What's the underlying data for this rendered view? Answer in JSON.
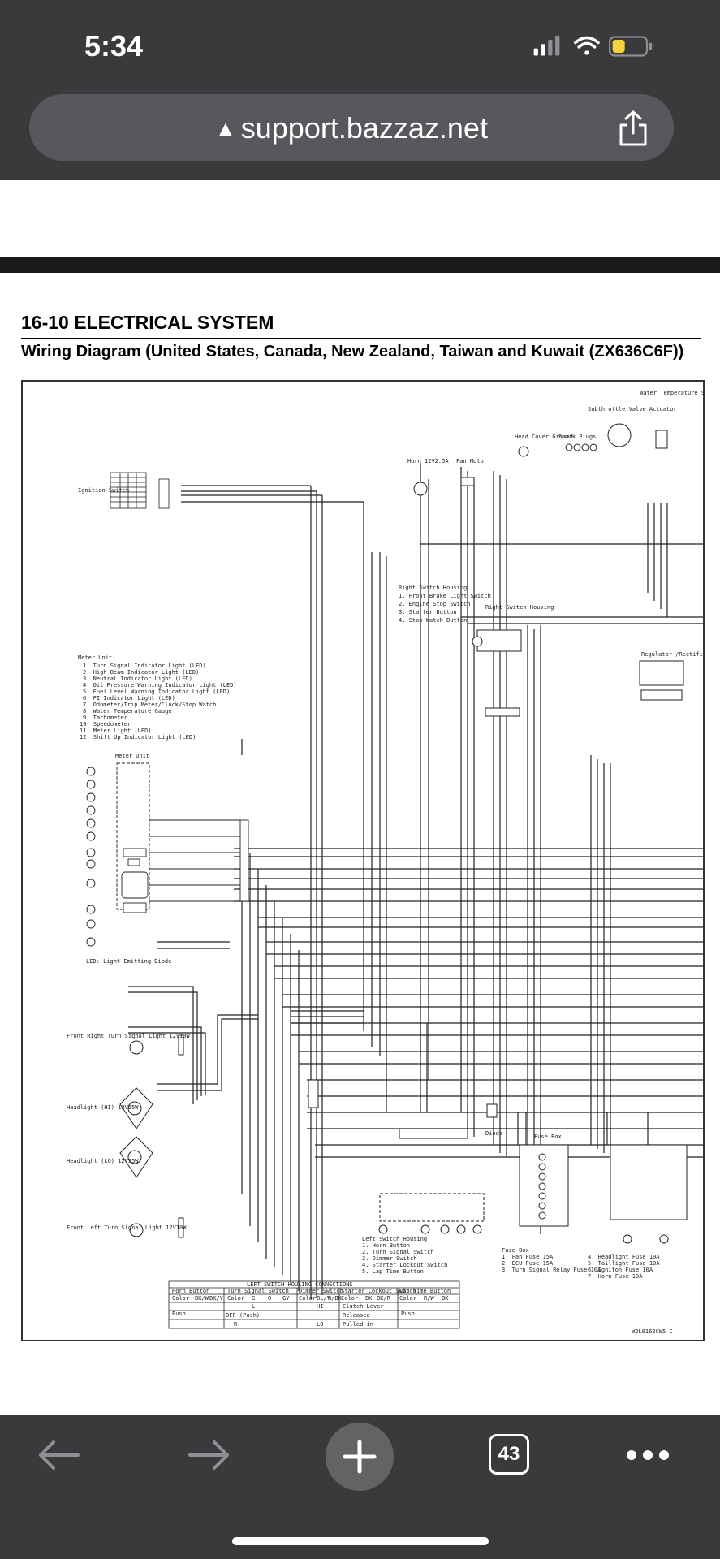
{
  "status_bar": {
    "time": "5:34",
    "icons": [
      "signal-icon",
      "wifi-icon",
      "battery-icon"
    ],
    "battery_color": "#f5d33b"
  },
  "browser": {
    "url": "support.bazzaz.net",
    "lock_icon": "warning-lock-icon",
    "tab_count": "43",
    "accent_color": "#3a3a3c"
  },
  "document": {
    "heading": "16-10 ELECTRICAL SYSTEM",
    "subtitle": "Wiring Diagram (United States, Canada, New Zealand, Taiwan and Kuwait (ZX636C6F))"
  },
  "diagram": {
    "labels": {
      "ignition_switch": "Ignition Switch",
      "horn": "Horn 12V2.5A",
      "fan_motor": "Fan Motor",
      "head_cover_ground": "Head Cover Ground",
      "spark_plugs": "Spark Plugs",
      "subthrottle": "Subthrottle Valve Actuator",
      "water_temp_sensor": "Water Temperature Sensor",
      "right_switch_housing_title": "Right Switch Housing",
      "right_switch_housing_items": [
        "1. Front Brake Light Switch",
        "2. Engine Stop Switch",
        "3. Starter Button",
        "4. Stop Watch Button"
      ],
      "right_switch_housing": "Right Switch Housing",
      "regulator": "Regulator /Rectifier",
      "meter_unit_title": "Meter Unit",
      "meter_unit_items": [
        "1. Turn Signal Indicator Light (LED)",
        "2. High Beam Indicator Light (LED)",
        "3. Neutral Indicator Light (LED)",
        "4. Oil Pressure Warning Indicator Light (LED)",
        "5. Fuel Level Warning Indicator Light (LED)",
        "6. FI Indicator Light (LED)",
        "7. Odometer/Trip Meter/Clock/Stop Watch",
        "8. Water Temperature Gauge",
        "9. Tachometer",
        "10. Speedometer",
        "11. Meter Light (LED)",
        "12. Shift Up Indicator Light (LED)"
      ],
      "meter_unit": "Meter Unit",
      "led_note": "LED: Light Emitting Diode",
      "front_right_turn": "Front Right Turn Signal Light 12V10W",
      "headlight_hi": "Headlight (HI) 12V55W",
      "headlight_lo": "Headlight (LO) 12V55W",
      "front_left_turn": "Front Left Turn Signal Light 12V10W",
      "diode": "Diode",
      "fuse_box": "Fuse Box",
      "left_switch_housing_title": "Left Switch Housing",
      "left_switch_housing_items": [
        "1. Horn Button",
        "2. Turn Signal Switch",
        "3. Dimmer Switch",
        "4. Starter Lockout Switch",
        "5. Lap Time Button"
      ],
      "fuse_box_title": "Fuse Box",
      "fuse_box_items_left": [
        "1. Fan Fuse 15A",
        "2. ECU Fuse 15A",
        "3. Turn Signal Relay Fuse 10A"
      ],
      "fuse_box_items_right": [
        "4. Headlight Fuse 10A",
        "5. Taillight Fuse 10A",
        "6. Igniton Fuse 10A",
        "7. Horn Fuse 10A"
      ],
      "table_title": "LEFT SWITCH HOUSING CONNECTIONS",
      "table_headers": [
        "Horn Button",
        "Turn Signal Switch",
        "Dimmer Switch",
        "Starter Lockout Switch",
        "Lap Time Button"
      ],
      "table_row_color": [
        "Color",
        "BK/W",
        "BK/Y",
        "Color",
        "G",
        "O",
        "GY",
        "Color",
        "BL/Y",
        "R/BK",
        "Color",
        "BK",
        "BK/R",
        "Color",
        "R/W",
        "BK"
      ],
      "table_row_push": [
        "Push",
        "L",
        "HI",
        "Clutch Lever",
        "Push"
      ],
      "table_row_off": [
        "OFF (Push)",
        "LO",
        "Released",
        ""
      ],
      "table_row_r": [
        "R",
        "Pulled in"
      ],
      "figure_code": "W2L0162CW5 C"
    }
  }
}
